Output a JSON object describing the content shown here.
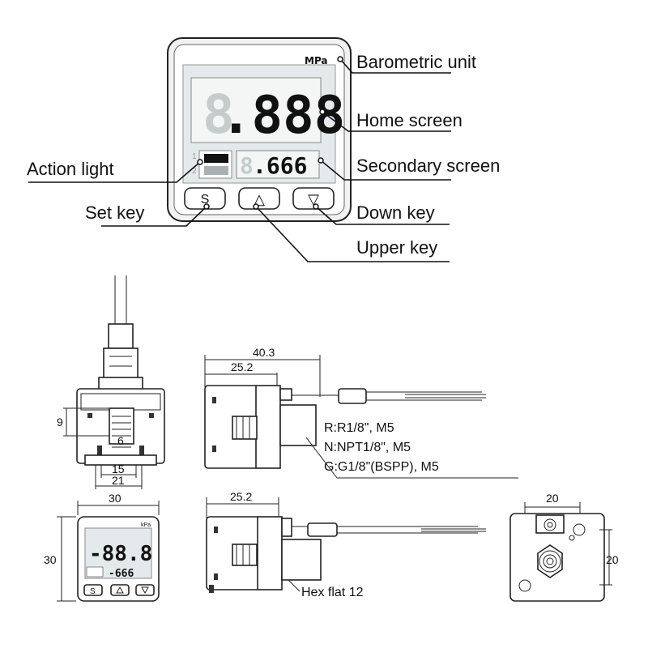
{
  "panel": {
    "unit": "MPa",
    "home_value": ".888",
    "secondary_value": ".666",
    "set_key_glyph": "S",
    "up_key_glyph": "△",
    "down_key_glyph": "▽",
    "indicator_1": "1",
    "indicator_2": "2"
  },
  "callouts": {
    "barometric_unit": "Barometric unit",
    "home_screen": "Home screen",
    "action_light": "Action light",
    "secondary_screen": "Secondary screen",
    "set_key": "Set key",
    "down_key": "Down key",
    "upper_key": "Upper key"
  },
  "dimensions": {
    "side_total": "40.3",
    "side_body": "25.2",
    "rear_height": "9",
    "rear_small": "6",
    "rear_15": "15",
    "rear_21": "21",
    "front_width": "30",
    "front_height": "30",
    "side2_body": "25.2",
    "back_width": "20",
    "back_height": "20"
  },
  "threads": {
    "r": "R:R1/8\", M5",
    "n": "N:NPT1/8\", M5",
    "g": "G:G1/8\"(BSPP), M5"
  },
  "hex_flat": "Hex flat 12",
  "small_panel": {
    "unit": "kPa",
    "home_value": "-88.8",
    "secondary_value": "-666",
    "set_key_glyph": "S"
  }
}
